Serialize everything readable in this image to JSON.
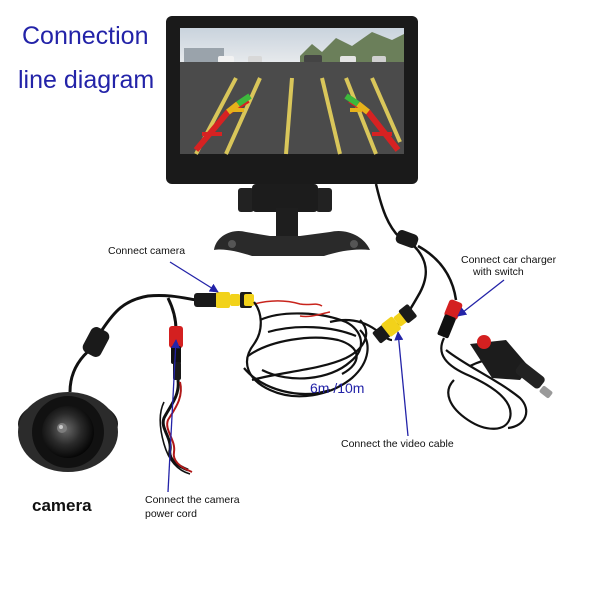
{
  "title": {
    "line1": "Connection",
    "line2": "line diagram"
  },
  "labels": {
    "connect_camera": "Connect camera",
    "connect_car_charger_line1": "Connect car charger",
    "connect_car_charger_line2": "with switch",
    "connect_video_cable": "Connect the video cable",
    "connect_power_line1": "Connect the camera",
    "connect_power_line2": "power cord",
    "camera": "camera",
    "cable_length": "6m /10m"
  },
  "colors": {
    "title": "#2323a8",
    "arrow": "#2323a8",
    "rca_yellow": "#f2d21a",
    "plug_red": "#d42020",
    "cable": "#111111",
    "monitor_body": "#1a1a1a"
  }
}
